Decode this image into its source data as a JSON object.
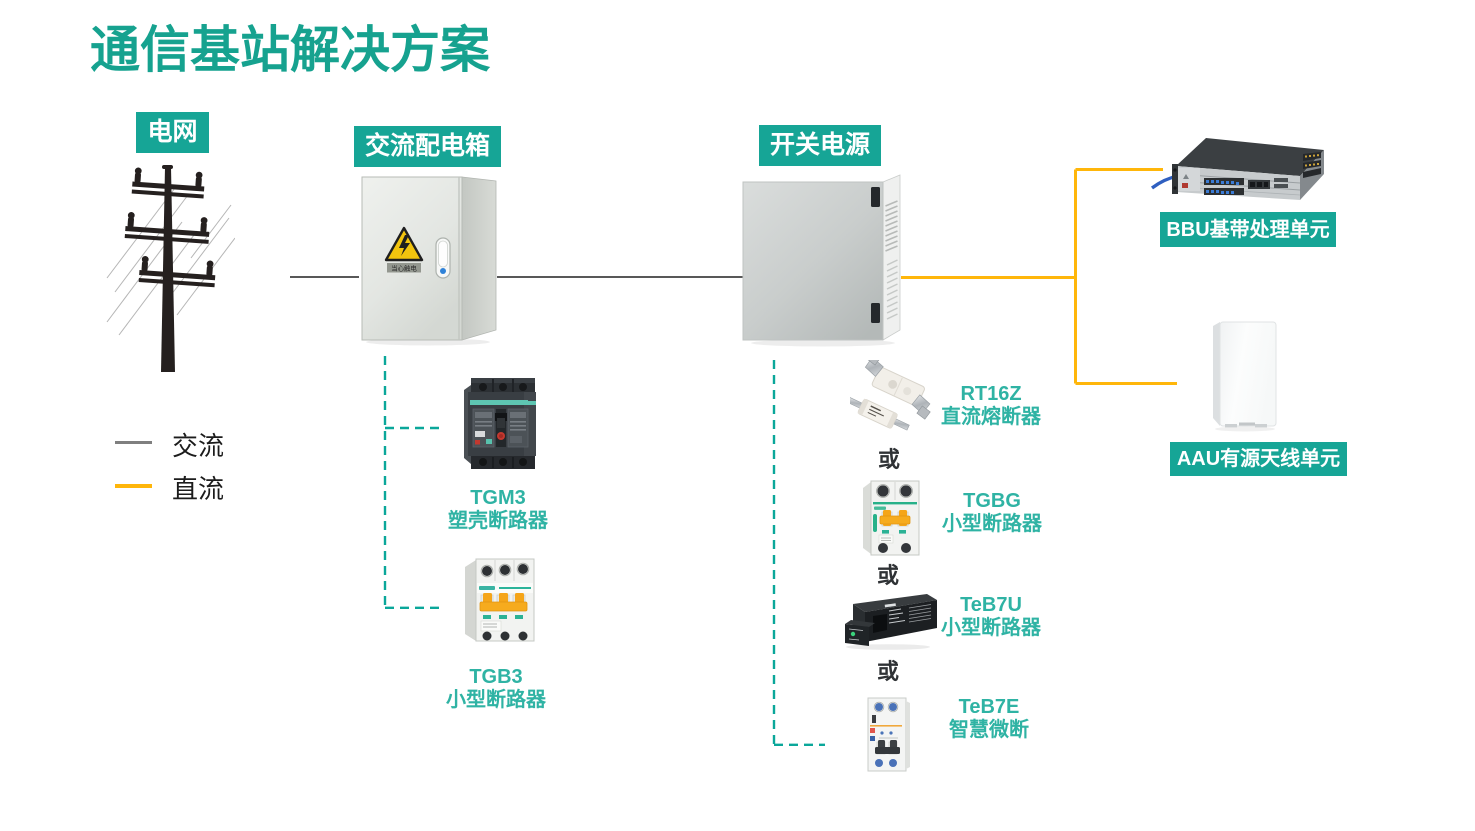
{
  "title": "通信基站解决方案",
  "theme": {
    "teal": "#16a596",
    "teal_text": "#2fb3a4",
    "dash_teal": "#0aa79a",
    "yellow": "#ffb60a",
    "gray_line": "#585858"
  },
  "legend": {
    "ac_label": "交流",
    "dc_label": "直流"
  },
  "nodes": {
    "grid": {
      "label": "电网"
    },
    "ac_box": {
      "label": "交流配电箱",
      "sticker_text": "当心触电"
    },
    "power": {
      "label": "开关电源"
    },
    "bbu": {
      "label": "BBU基带处理单元"
    },
    "aau": {
      "label": "AAU有源天线单元"
    }
  },
  "ac_branch": {
    "items": [
      {
        "model": "TGM3",
        "desc": "塑壳断路器"
      },
      {
        "model": "TGB3",
        "desc": "小型断路器"
      }
    ]
  },
  "dc_branch": {
    "or_label": "或",
    "items": [
      {
        "model": "RT16Z",
        "desc": "直流熔断器"
      },
      {
        "model": "TGBG",
        "desc": "小型断路器"
      },
      {
        "model": "TeB7U",
        "desc": "小型断路器"
      },
      {
        "model": "TeB7E",
        "desc": "智慧微断"
      }
    ]
  }
}
